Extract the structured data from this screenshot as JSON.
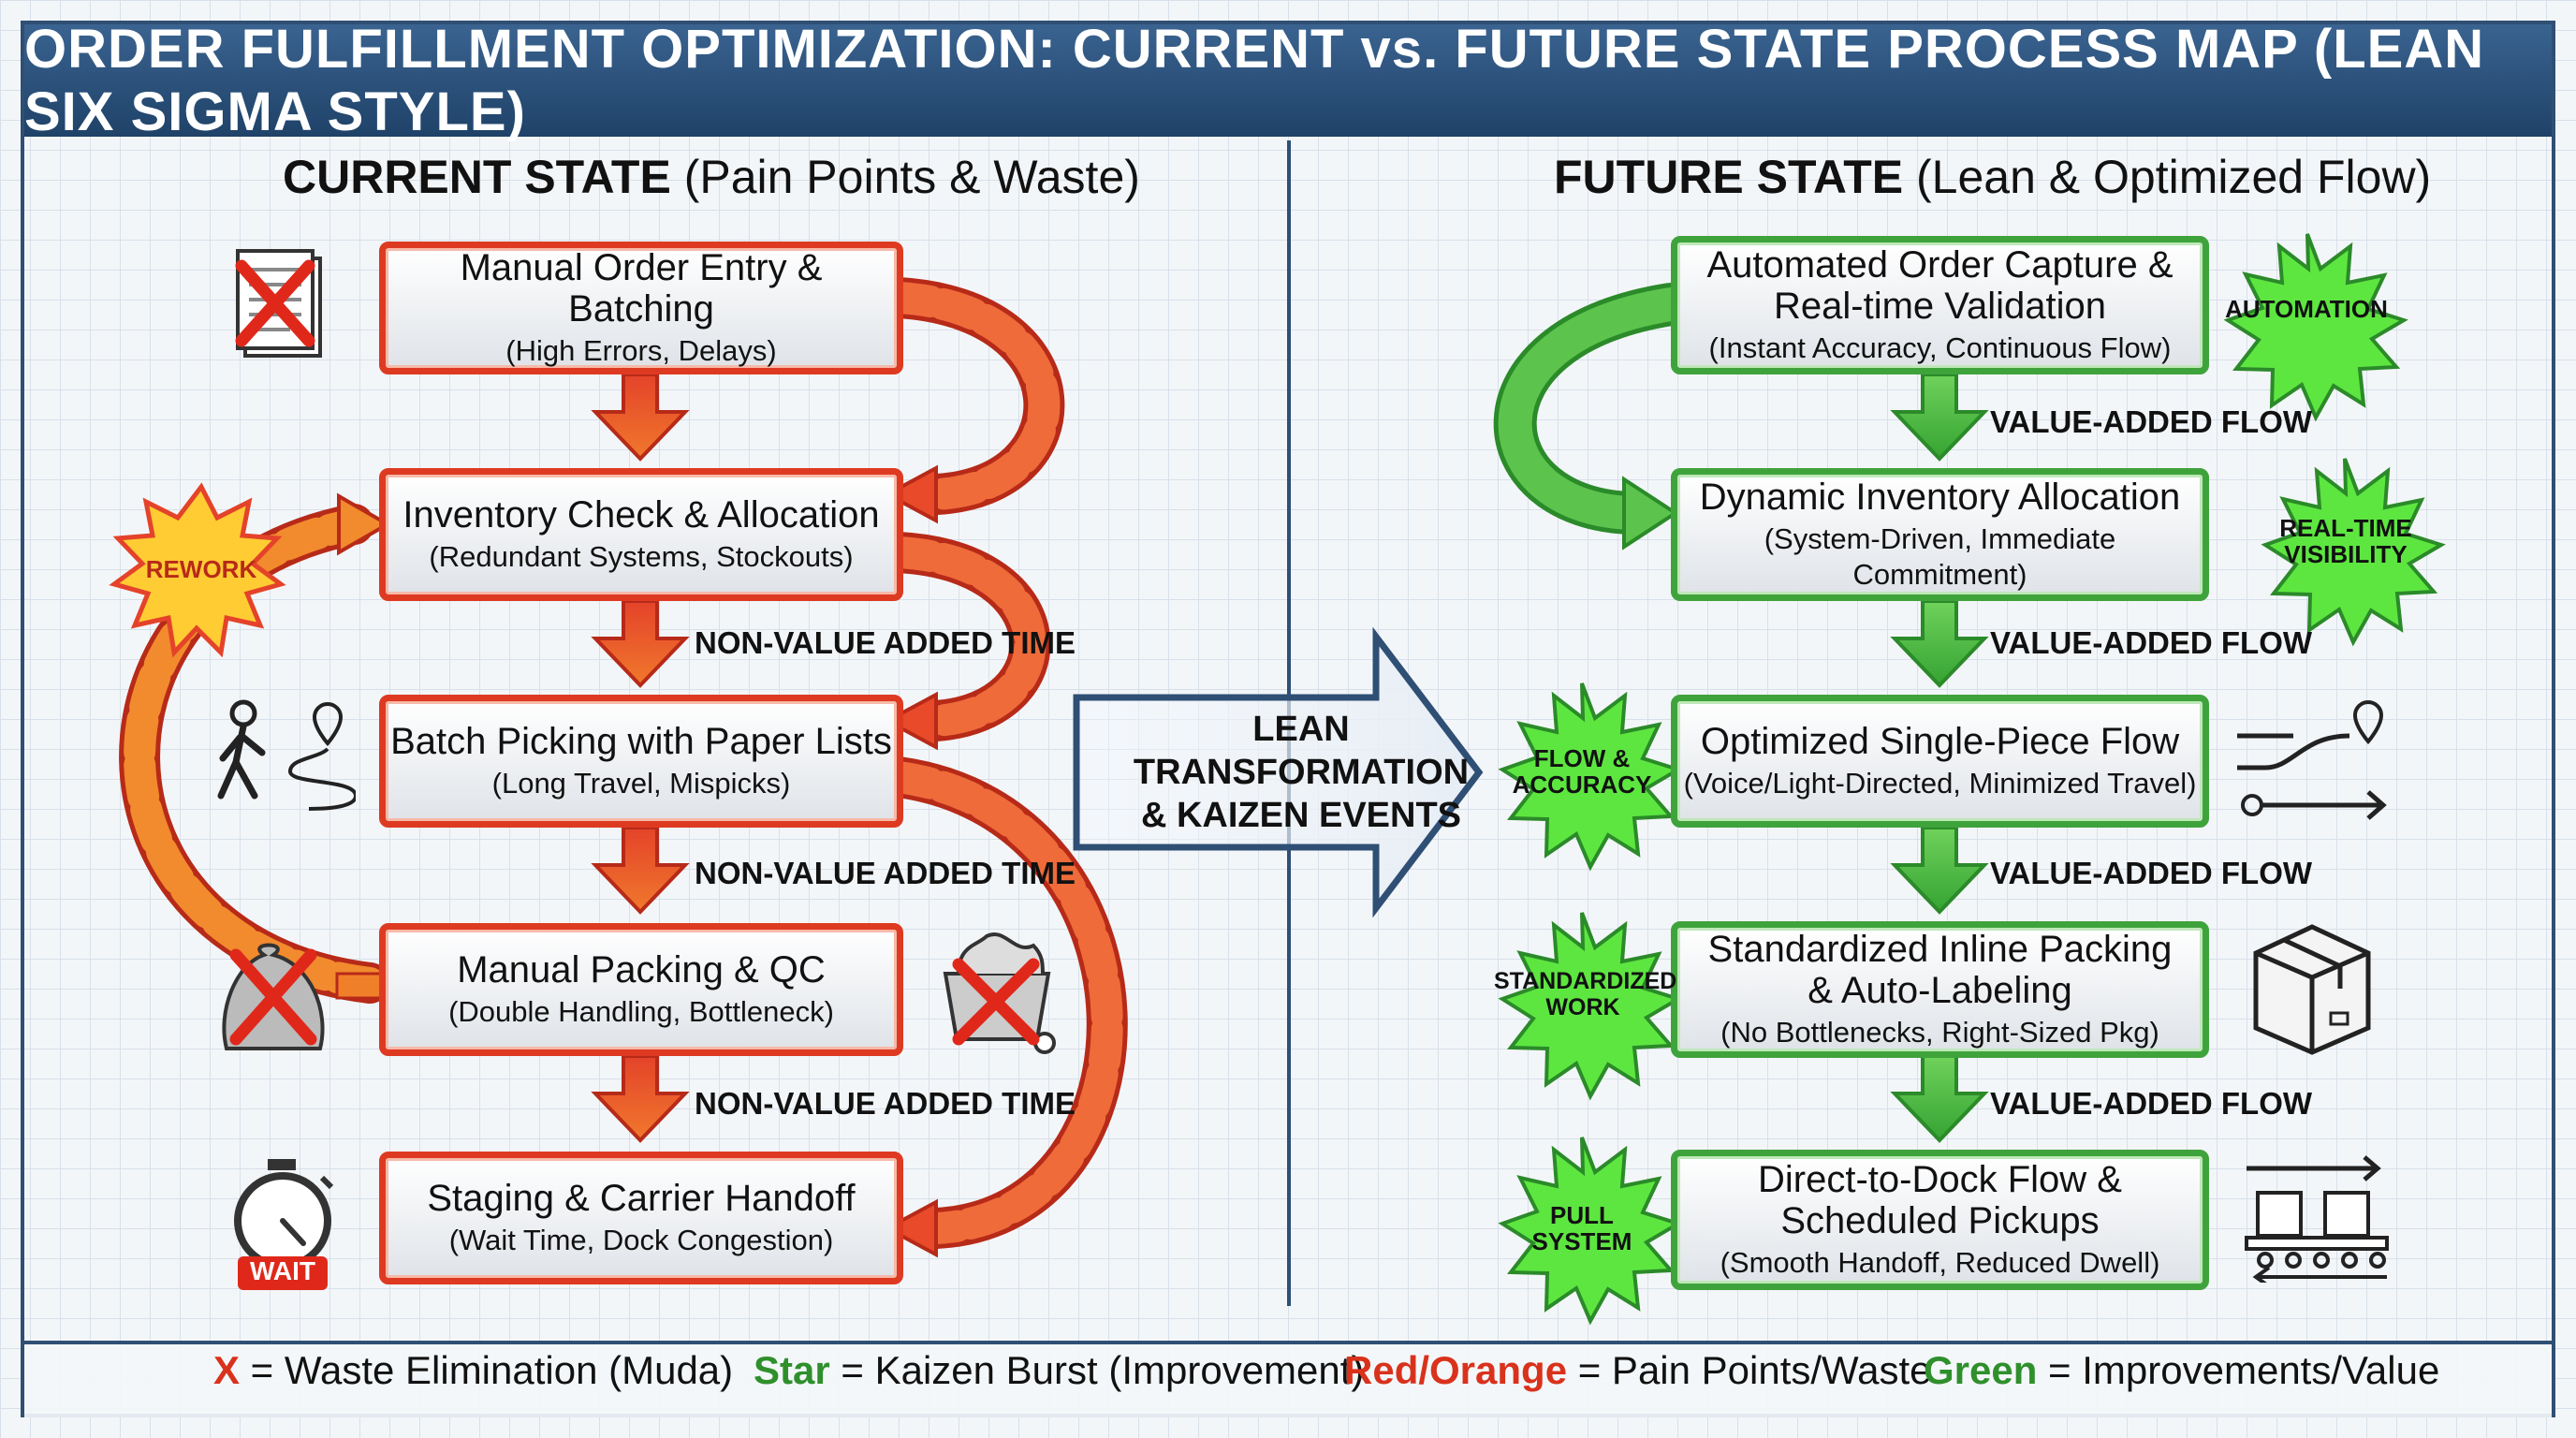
{
  "title": "ORDER FULFILLMENT OPTIMIZATION: CURRENT vs. FUTURE STATE PROCESS MAP (LEAN SIX SIGMA STYLE)",
  "current": {
    "heading_bold": "CURRENT STATE",
    "heading_rest": " (Pain Points & Waste)",
    "steps": [
      {
        "title": "Manual Order Entry & Batching",
        "sub": "(High Errors, Delays)"
      },
      {
        "title": "Inventory Check & Allocation",
        "sub": "(Redundant Systems, Stockouts)"
      },
      {
        "title": "Batch Picking with Paper Lists",
        "sub": "(Long Travel, Mispicks)"
      },
      {
        "title": "Manual Packing & QC",
        "sub": "(Double Handling, Bottleneck)"
      },
      {
        "title": "Staging & Carrier Handoff",
        "sub": "(Wait Time, Dock Congestion)"
      }
    ],
    "flow_label": "NON-VALUE ADDED TIME",
    "rework_label": "REWORK",
    "wait_label": "WAIT"
  },
  "future": {
    "heading_bold": "FUTURE STATE",
    "heading_rest": " (Lean & Optimized Flow)",
    "steps": [
      {
        "title": "Automated Order Capture &\nReal-time Validation",
        "sub": "(Instant Accuracy, Continuous Flow)"
      },
      {
        "title": "Dynamic Inventory Allocation",
        "sub": "(System-Driven, Immediate Commitment)"
      },
      {
        "title": "Optimized Single-Piece Flow",
        "sub": "(Voice/Light-Directed, Minimized Travel)"
      },
      {
        "title": "Standardized Inline Packing\n& Auto-Labeling",
        "sub": "(No Bottlenecks, Right-Sized Pkg)"
      },
      {
        "title": "Direct-to-Dock Flow &\nScheduled Pickups",
        "sub": "(Smooth Handoff, Reduced Dwell)"
      }
    ],
    "flow_label": "VALUE-ADDED FLOW",
    "bursts": [
      "AUTOMATION",
      "REAL-TIME\nVISIBILITY",
      "FLOW &\nACCURACY",
      "STANDARDIZED\nWORK",
      "PULL\nSYSTEM"
    ]
  },
  "transform_label": "LEAN TRANSFORMATION\n& KAIZEN EVENTS",
  "legend": [
    {
      "key": "X",
      "text": " = Waste Elimination (Muda)",
      "color": "#d9321c"
    },
    {
      "key": "Star",
      "text": " = Kaizen Burst (Improvement)",
      "color": "#2f8f2c"
    },
    {
      "key": "Red/Orange",
      "text": " = Pain Points/Waste",
      "color": "#d9321c"
    },
    {
      "key": "Green",
      "text": " = Improvements/Value",
      "color": "#2f8f2c"
    }
  ],
  "colors": {
    "red": "#de3a22",
    "orange": "#f07f2a",
    "green": "#3fa33c",
    "navy": "#2f4f74"
  }
}
